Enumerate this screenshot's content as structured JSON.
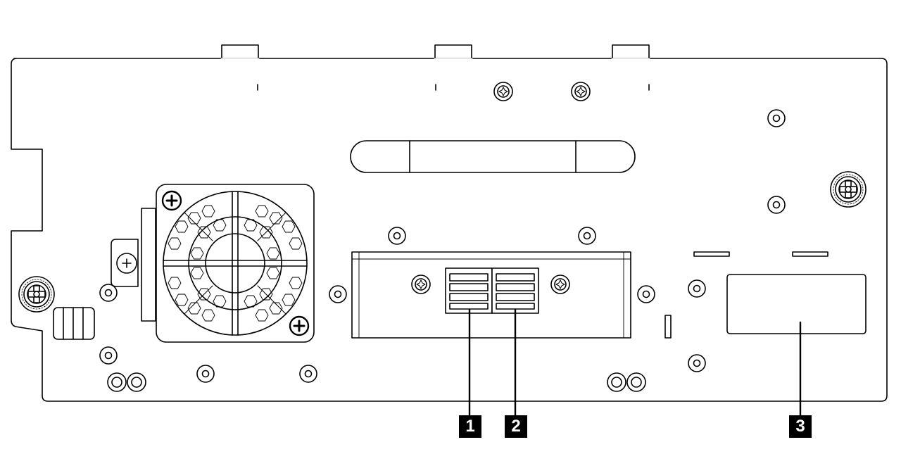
{
  "callouts": [
    {
      "id": "1",
      "label": "1"
    },
    {
      "id": "2",
      "label": "2"
    },
    {
      "id": "3",
      "label": "3"
    }
  ],
  "colors": {
    "stroke": "#000000",
    "fill": "#ffffff",
    "callout_bg": "#000000",
    "callout_text": "#ffffff"
  }
}
